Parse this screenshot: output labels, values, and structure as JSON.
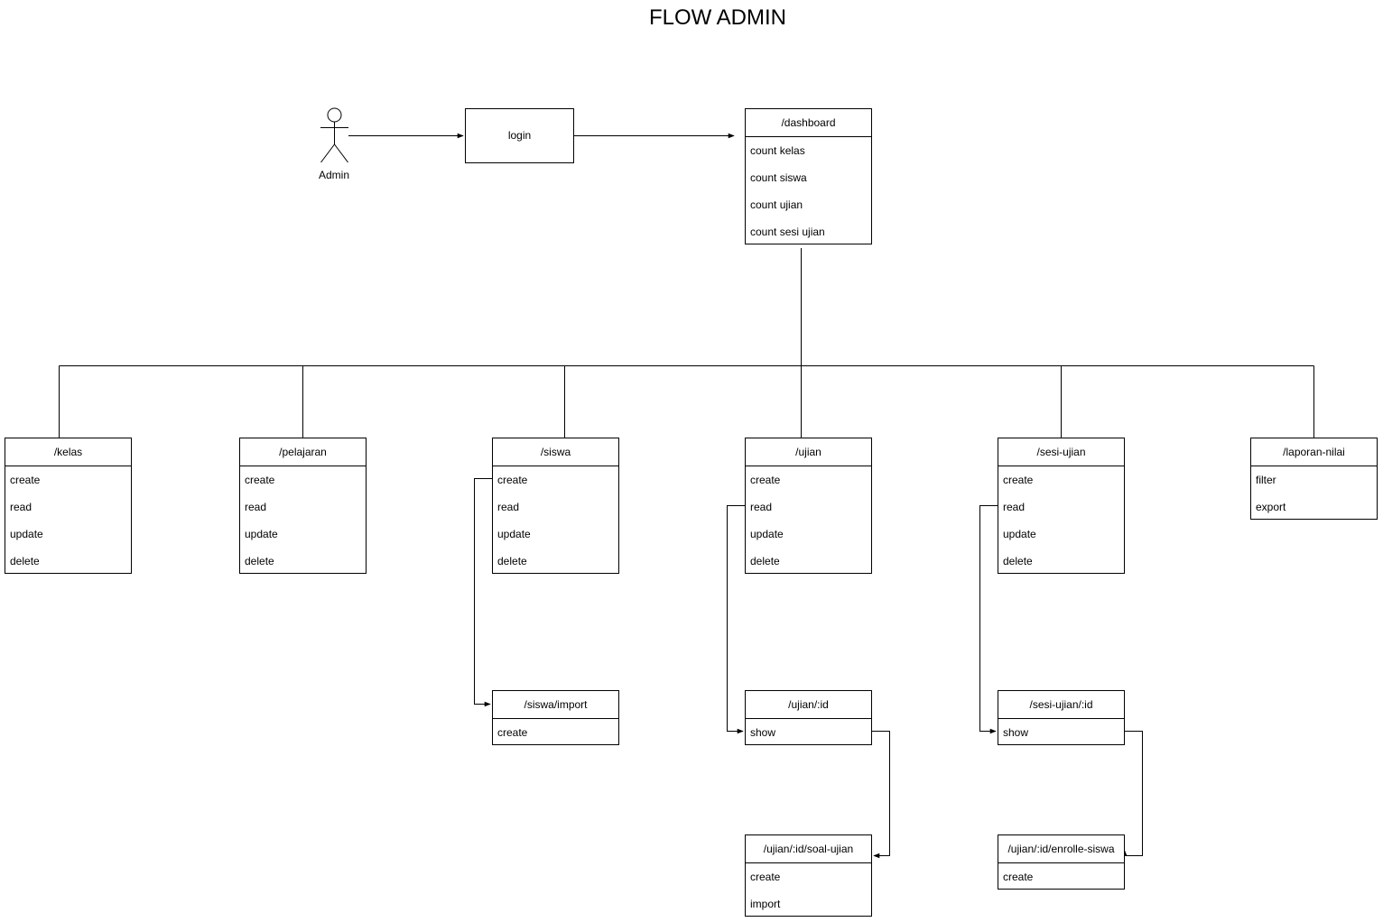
{
  "title": "FLOW ADMIN",
  "actor": {
    "label": "Admin"
  },
  "login": {
    "label": "login"
  },
  "dashboard": {
    "header": "/dashboard",
    "items": [
      "count kelas",
      "count siswa",
      "count ujian",
      "count sesi ujian"
    ]
  },
  "kelas": {
    "header": "/kelas",
    "items": [
      "create",
      "read",
      "update",
      "delete"
    ]
  },
  "pelajaran": {
    "header": "/pelajaran",
    "items": [
      "create",
      "read",
      "update",
      "delete"
    ]
  },
  "siswa": {
    "header": "/siswa",
    "items": [
      "create",
      "read",
      "update",
      "delete"
    ]
  },
  "ujian": {
    "header": "/ujian",
    "items": [
      "create",
      "read",
      "update",
      "delete"
    ]
  },
  "sesi_ujian": {
    "header": "/sesi-ujian",
    "items": [
      "create",
      "read",
      "update",
      "delete"
    ]
  },
  "laporan_nilai": {
    "header": "/laporan-nilai",
    "items": [
      "filter",
      "export"
    ]
  },
  "siswa_import": {
    "header": "/siswa/import",
    "items": [
      "create"
    ]
  },
  "ujian_id": {
    "header": "/ujian/:id",
    "items": [
      "show"
    ]
  },
  "sesi_ujian_id": {
    "header": "/sesi-ujian/:id",
    "items": [
      "show"
    ]
  },
  "soal_ujian": {
    "header": "/ujian/:id/soal-ujian",
    "items": [
      "create",
      "import"
    ]
  },
  "enrolle_siswa": {
    "header": "/ujian/:id/enrolle-siswa",
    "items": [
      "create"
    ]
  }
}
